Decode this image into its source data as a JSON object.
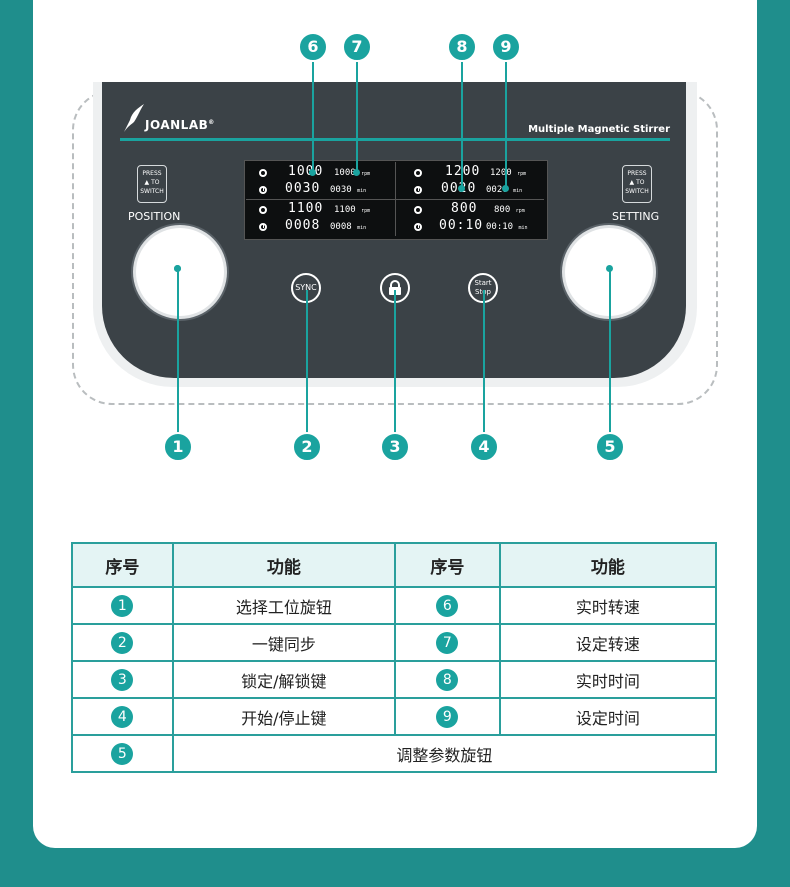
{
  "brand": {
    "name": "JOANLAB",
    "reg": "®",
    "model": "Multiple Magnetic Stirrer"
  },
  "device": {
    "position_label": "POSITION",
    "setting_label": "SETTING",
    "press_to_switch": [
      "PRESS",
      "TO",
      "SWITCH"
    ],
    "sync_label": "SYNC",
    "start_label": "Start",
    "stop_label": "Stop",
    "displays": [
      {
        "rpm_big": "1000",
        "rpm_small": "1000",
        "time_big": "0030",
        "time_small": "0030"
      },
      {
        "rpm_big": "1100",
        "rpm_small": "1100",
        "time_big": "0008",
        "time_small": "0008"
      },
      {
        "rpm_big": "1200",
        "rpm_small": "1200",
        "time_big": "0020",
        "time_small": "0020"
      },
      {
        "rpm_big": "800",
        "rpm_small": "800",
        "time_big": "00:10",
        "time_small": "00:10"
      }
    ],
    "rpm_unit": "rpm",
    "min_unit": "min"
  },
  "callouts": [
    "1",
    "2",
    "3",
    "4",
    "5",
    "6",
    "7",
    "8",
    "9"
  ],
  "table": {
    "headers": [
      "序号",
      "功能",
      "序号",
      "功能"
    ],
    "rows": [
      {
        "n1": "1",
        "f1": "选择工位旋钮",
        "n2": "6",
        "f2": "实时转速"
      },
      {
        "n1": "2",
        "f1": "一键同步",
        "n2": "7",
        "f2": "设定转速"
      },
      {
        "n1": "3",
        "f1": "锁定/解锁键",
        "n2": "8",
        "f2": "实时时间"
      },
      {
        "n1": "4",
        "f1": "开始/停止键",
        "n2": "9",
        "f2": "设定时间"
      },
      {
        "n1": "5",
        "f1": "调整参数旋钮"
      }
    ]
  },
  "colors": {
    "teal": "#1aa39f",
    "background": "#1f8e8c",
    "panel": "#3b4247"
  }
}
